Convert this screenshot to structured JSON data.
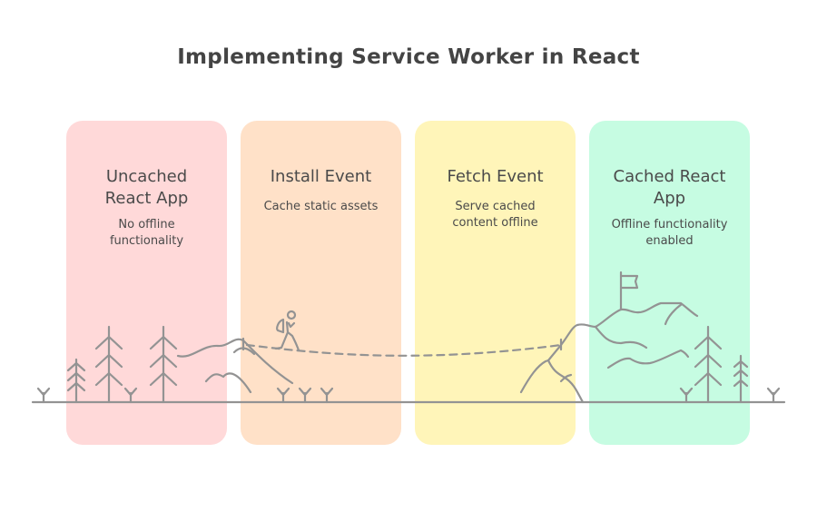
{
  "title": "Implementing Service Worker in React",
  "stages": [
    {
      "heading_lines": [
        "Uncached",
        "React App"
      ],
      "description_lines": [
        "No offline",
        "functionality"
      ],
      "color": "#ffd9d9"
    },
    {
      "heading_lines": [
        "Install Event"
      ],
      "description_lines": [
        "Cache static assets"
      ],
      "color": "#ffe1c8"
    },
    {
      "heading_lines": [
        "Fetch Event"
      ],
      "description_lines": [
        "Serve cached",
        "content offline"
      ],
      "color": "#fff5b9"
    },
    {
      "heading_lines": [
        "Cached React",
        "App"
      ],
      "description_lines": [
        "Offline functionality",
        "enabled"
      ],
      "color": "#c6fce2"
    }
  ],
  "illustration": {
    "elements": [
      "trees",
      "mountains",
      "hiker",
      "dashed-trail",
      "summit-flag",
      "ground-line"
    ],
    "line_color": "#939393"
  }
}
